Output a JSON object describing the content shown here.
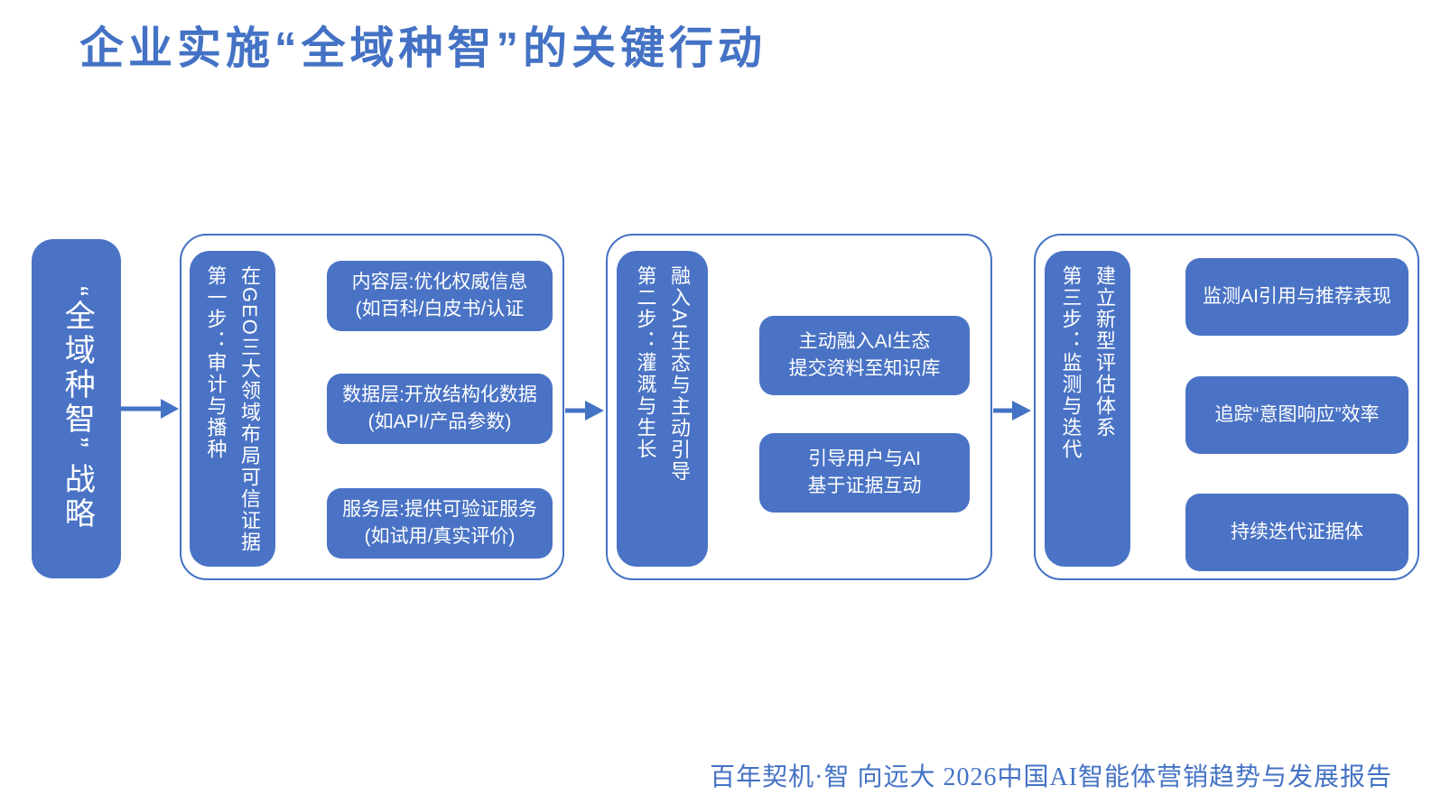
{
  "title": "企业实施“全域种智”的关键行动",
  "strategy_box": {
    "text": "“全域种智” 战略"
  },
  "groups": [
    {
      "step_label": "第一步：审计与播种",
      "step_desc": "在GEO三大领域布局可信证据",
      "items": [
        {
          "line1": "内容层:优化权威信息",
          "line2": "(如百科/白皮书/认证"
        },
        {
          "line1": "数据层:开放结构化数据",
          "line2": "(如API/产品参数)"
        },
        {
          "line1": "服务层:提供可验证服务",
          "line2": "(如试用/真实评价)"
        }
      ]
    },
    {
      "step_label": "第二步：灌溉与生长",
      "step_desc": "融入AI生态与主动引导",
      "items": [
        {
          "line1": "主动融入AI生态",
          "line2": "提交资料至知识库"
        },
        {
          "line1": "引导用户与AI",
          "line2": "基于证据互动"
        }
      ]
    },
    {
      "step_label": "第三步：监测与迭代",
      "step_desc": "建立新型评估体系",
      "items": [
        {
          "line1": "监测AI引用与推荐表现"
        },
        {
          "line1": "追踪“意图响应”效率"
        },
        {
          "line1": "持续迭代证据体"
        }
      ]
    }
  ],
  "footer": "百年契机·智 向远大  2026中国AI智能体营销趋势与发展报告",
  "colors": {
    "accent": "#4472C4",
    "box_fill": "#4A73C5",
    "text_on_blue": "#FFFFFF",
    "background": "#FFFFFF"
  }
}
